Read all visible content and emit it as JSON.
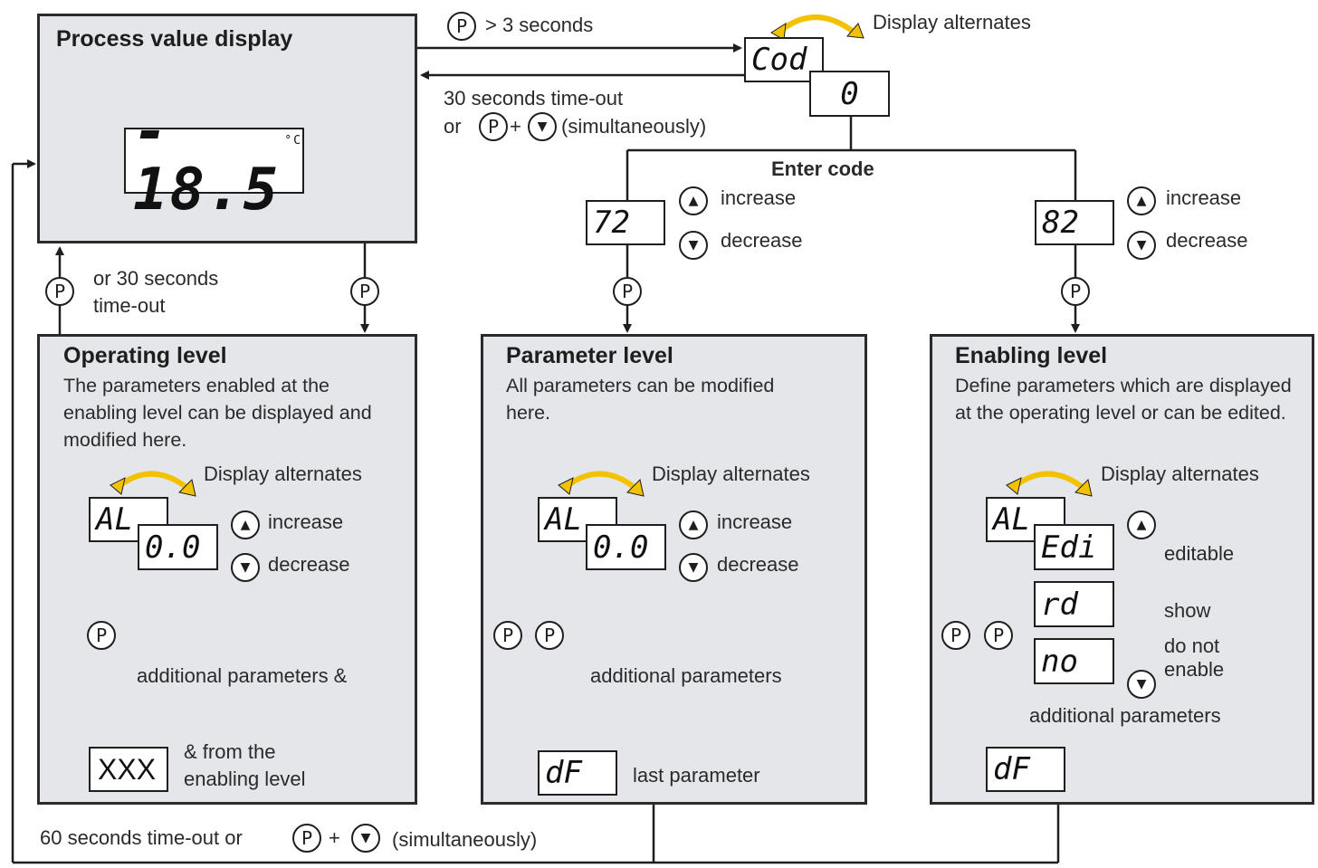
{
  "process": {
    "title": "Process value display",
    "value": "- 18.5",
    "unit": "°C"
  },
  "top": {
    "p_button": "P",
    "hold_label": "> 3 seconds",
    "timeout_line1": "30 seconds time-out",
    "timeout_or": "or",
    "timeout_simul": "(simultaneously)",
    "plus": "+",
    "display_alternates": "Display alternates",
    "code_prompt": "Cod",
    "code_value": "0",
    "enter_code": "Enter code"
  },
  "code_72": {
    "value": "72",
    "increase": "increase",
    "decrease": "decrease"
  },
  "code_82": {
    "value": "82",
    "increase": "increase",
    "decrease": "decrease"
  },
  "return_label": {
    "line1": "or 30 seconds",
    "line2": "time-out"
  },
  "operating": {
    "title": "Operating level",
    "desc": "The parameters enabled at the enabling level can be displayed and modified here.",
    "display_alternates": "Display alternates",
    "param": "AL",
    "value": "0.0",
    "increase": "increase",
    "decrease": "decrease",
    "additional": "additional parameters &",
    "last_display": "XXX",
    "from_line1": "& from the",
    "from_line2": "enabling level"
  },
  "parameter": {
    "title": "Parameter level",
    "desc": "All parameters can be modified here.",
    "display_alternates": "Display alternates",
    "param": "AL",
    "value": "0.0",
    "increase": "increase",
    "decrease": "decrease",
    "additional": "additional parameters",
    "last_display": "dF",
    "last_label": "last parameter"
  },
  "enabling": {
    "title": "Enabling level",
    "desc": "Define parameters which are displayed at the operating level or can be edited.",
    "display_alternates": "Display alternates",
    "param": "AL",
    "opt_edit": "Edi",
    "opt_edit_label": "editable",
    "opt_show": "rd",
    "opt_show_label": "show",
    "opt_no": "no",
    "opt_no_label_1": "do not",
    "opt_no_label_2": "enable",
    "additional": "additional parameters",
    "last_display": "dF"
  },
  "bottom": {
    "label_pre": "60 seconds time-out or",
    "plus": "+",
    "label_post": "(simultaneously)"
  },
  "colors": {
    "panel": "#e4e6ea",
    "line": "#1e1e1e",
    "alt_arrow": "#f2c200"
  }
}
